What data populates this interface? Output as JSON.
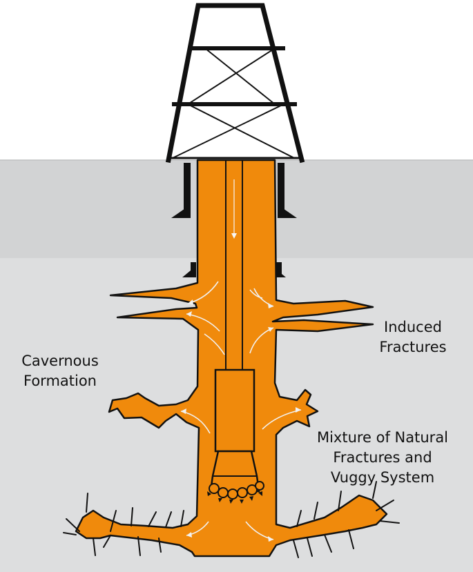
{
  "colors": {
    "sky": "#ffffff",
    "upper_layer": "#d2d3d4",
    "lower_layer": "#dddedf",
    "mud": "#f08a0c",
    "outline": "#111111",
    "arrow": "#f2f2f2"
  },
  "labels": {
    "induced": [
      "Induced",
      "Fractures"
    ],
    "cavernous": [
      "Cavernous",
      "Formation"
    ],
    "mixture": [
      "Mixture of Natural",
      "Fractures and",
      "Vuggy System"
    ]
  },
  "icons": [
    "drilling-derrick",
    "drill-bit"
  ]
}
